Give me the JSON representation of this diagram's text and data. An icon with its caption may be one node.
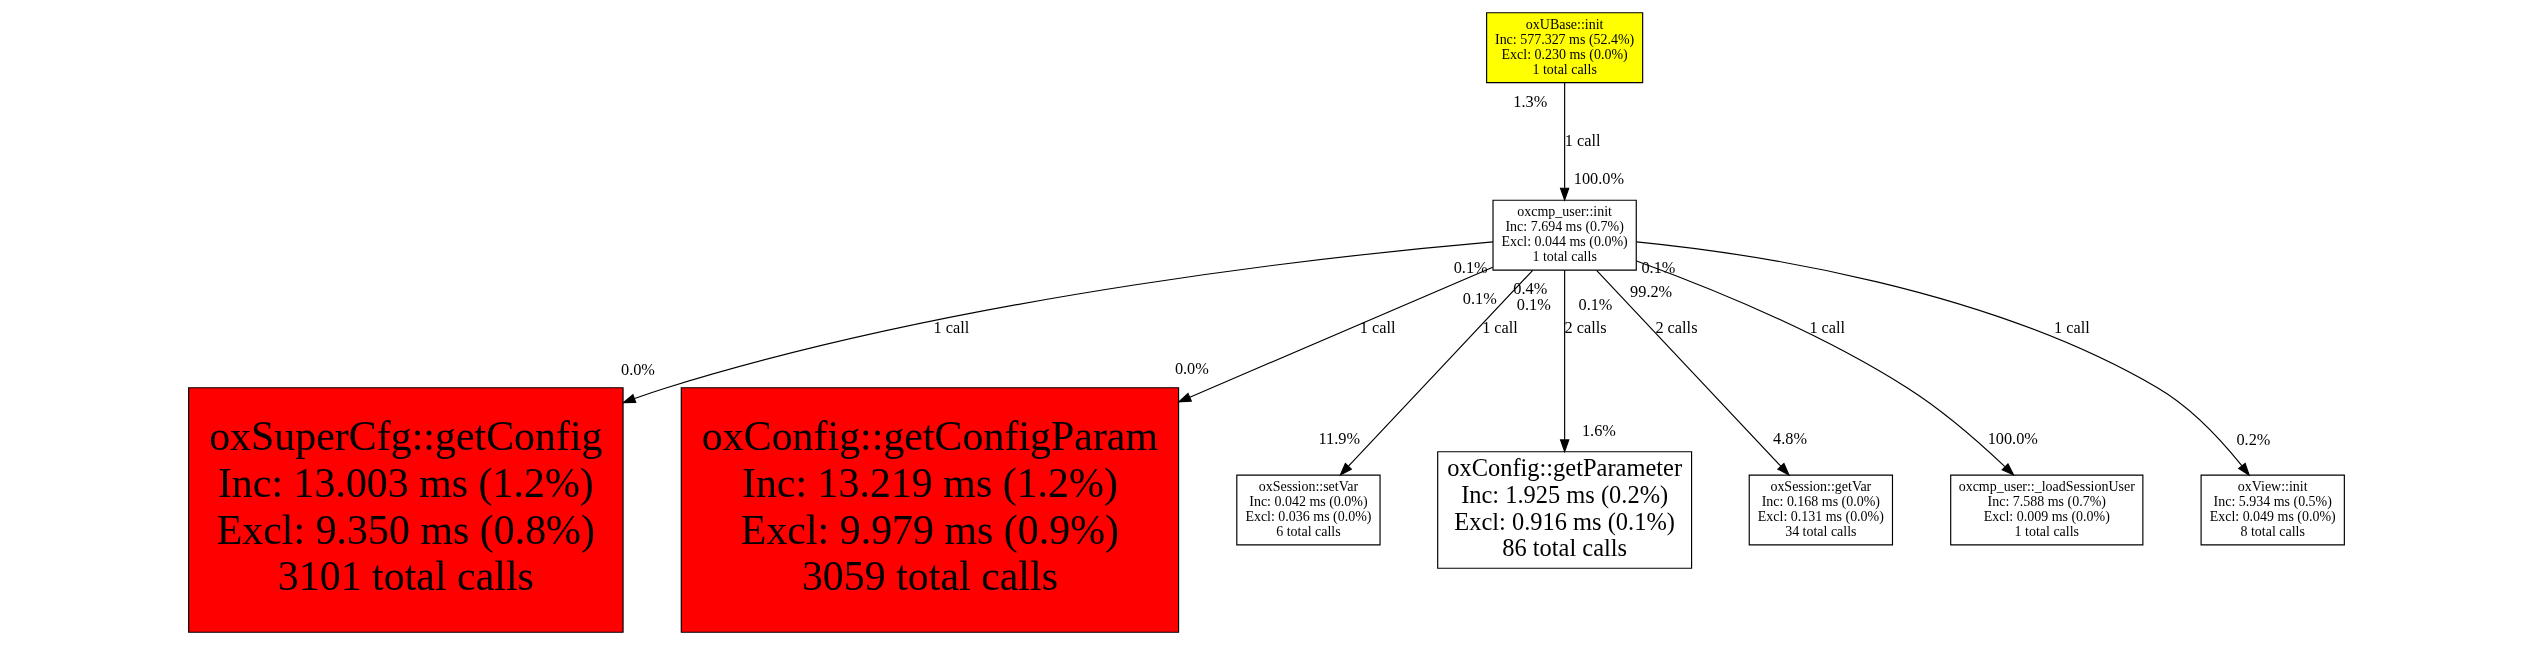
{
  "diagram": {
    "nodes": [
      {
        "text": [
          "oxUBase::init",
          "Inc: 577.327 ms (52.4%)",
          "Excl: 0.230 ms (0.0%)",
          "1 total calls"
        ],
        "beside": [
          "1.3%"
        ]
      },
      {
        "text": [
          "oxcmp_user::init",
          "Inc: 7.694 ms (0.7%)",
          "Excl: 0.044 ms (0.0%)",
          "1 total calls"
        ],
        "beside": [
          "100.0%",
          "0.1%",
          "0.1%",
          "0.1%",
          "0.4%",
          "0.1%",
          "99.2%",
          "0.1%"
        ]
      },
      {
        "text": [
          "oxSuperCfg::getConfig",
          "Inc: 13.003 ms (1.2%)",
          "Excl: 9.350 ms (0.8%)",
          "3101 total calls"
        ],
        "beside": [
          "0.0%"
        ]
      },
      {
        "text": [
          "oxConfig::getConfigParam",
          "Inc: 13.219 ms (1.2%)",
          "Excl: 9.979 ms (0.9%)",
          "3059 total calls"
        ],
        "beside": [
          "0.0%"
        ]
      },
      {
        "text": [
          "oxSession::setVar",
          "Inc: 0.042 ms (0.0%)",
          "Excl: 0.036 ms (0.0%)",
          "6 total calls"
        ],
        "beside": [
          "11.9%"
        ]
      },
      {
        "text": [
          "oxConfig::getParameter",
          "Inc: 1.925 ms (0.2%)",
          "Excl: 0.916 ms (0.1%)",
          "86 total calls"
        ],
        "beside": [
          "1.6%"
        ]
      },
      {
        "text": [
          "oxSession::getVar",
          "Inc: 0.168 ms (0.0%)",
          "Excl: 0.131 ms (0.0%)",
          "34 total calls"
        ],
        "beside": [
          "4.8%"
        ]
      },
      {
        "text": [
          "oxcmp_user::_loadSessionUser",
          "Inc: 7.588 ms (0.7%)",
          "Excl: 0.009 ms (0.0%)",
          "1 total calls"
        ],
        "beside": [
          "100.0%"
        ]
      },
      {
        "text": [
          "oxView::init",
          "Inc: 5.934 ms (0.5%)",
          "Excl: 0.049 ms (0.0%)",
          "8 total calls"
        ],
        "beside": [
          "0.2%"
        ]
      }
    ],
    "edges": [
      {
        "from": 0,
        "to": 1,
        "arrow": "to",
        "label": "1 call"
      },
      {
        "from": 1,
        "to": 2,
        "arrow": "to",
        "label": "1 call"
      },
      {
        "from": 1,
        "to": 3,
        "arrow": "to",
        "label": "1 call"
      },
      {
        "from": 1,
        "to": 4,
        "arrow": "to",
        "label": "1 call"
      },
      {
        "from": 1,
        "to": 5,
        "arrow": "to",
        "label": "2 calls"
      },
      {
        "from": 1,
        "to": 6,
        "arrow": "to",
        "label": "2 calls"
      },
      {
        "from": 1,
        "to": 7,
        "arrow": "to",
        "label": "1 call"
      },
      {
        "from": 1,
        "to": 8,
        "arrow": "to",
        "label": "1 call"
      }
    ]
  }
}
